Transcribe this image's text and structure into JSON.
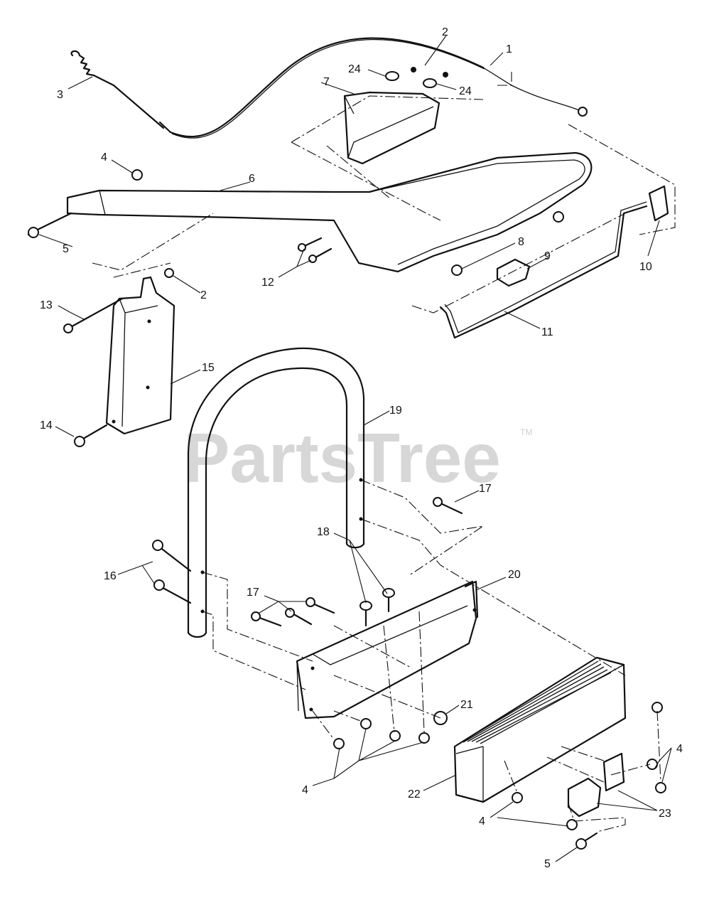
{
  "watermark": {
    "text": "PartsTree",
    "tm": "TM"
  },
  "callouts": [
    "1",
    "2",
    "2",
    "3",
    "4",
    "4",
    "4",
    "4",
    "4",
    "5",
    "5",
    "6",
    "7",
    "8",
    "9",
    "10",
    "11",
    "12",
    "13",
    "14",
    "15",
    "16",
    "17",
    "17",
    "18",
    "19",
    "20",
    "21",
    "22",
    "23",
    "24",
    "24"
  ]
}
